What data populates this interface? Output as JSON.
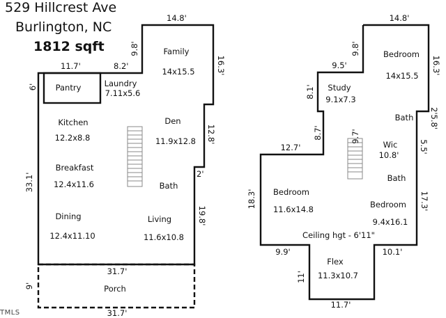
{
  "header": {
    "address": "529 Hillcrest Ave",
    "city": "Burlington, NC",
    "sqft": "1812 sqft"
  },
  "watermark": "TMLS",
  "first_floor": {
    "dimensions": {
      "top": "14.8'",
      "family_left": "9.8'",
      "right_upper": "16.3'",
      "pantry_top": "11.7'",
      "laundry_top": "8.2'",
      "pantry_left": "6'",
      "den_right": "12.8'",
      "step": "2'",
      "left": "33.1'",
      "living_right": "19.8'",
      "bottom": "31.7'",
      "porch_left": "9'",
      "porch_bottom": "31.7'"
    },
    "rooms": {
      "family": {
        "name": "Family",
        "size": "14x15.5"
      },
      "pantry": {
        "name": "Pantry"
      },
      "laundry": {
        "name": "Laundry",
        "size": "7.11x5.6"
      },
      "kitchen": {
        "name": "Kitchen",
        "size": "12.2x8.8"
      },
      "den": {
        "name": "Den",
        "size": "11.9x12.8"
      },
      "breakfast": {
        "name": "Breakfast",
        "size": "12.4x11.6"
      },
      "bath": {
        "name": "Bath"
      },
      "dining": {
        "name": "Dining",
        "size": "12.4x11.10"
      },
      "living": {
        "name": "Living",
        "size": "11.6x10.8"
      },
      "porch": {
        "name": "Porch"
      }
    }
  },
  "second_floor": {
    "dimensions": {
      "top": "14.8'",
      "bedroom_left": "9.8'",
      "right_upper": "16.3'",
      "study_top": "9.5'",
      "study_left": "8.1'",
      "bath_right": "2'5.8'",
      "step_left": "8.7'",
      "wic_left": "9.7'",
      "wic_right": "5.5'",
      "bedroom2_top": "12.7'",
      "left": "18.3'",
      "right_lower": "17.3'",
      "flex_left_top": "9.9'",
      "flex_right_top": "10.1'",
      "flex_left": "11'",
      "flex_bottom": "11.7'"
    },
    "rooms": {
      "bedroom1": {
        "name": "Bedroom",
        "size": "14x15.5"
      },
      "study": {
        "name": "Study",
        "size": "9.1x7.3"
      },
      "bath1": {
        "name": "Bath"
      },
      "wic": {
        "name": "Wic",
        "size": "10.8'"
      },
      "bath2": {
        "name": "Bath"
      },
      "bedroom2": {
        "name": "Bedroom",
        "size": "11.6x14.8"
      },
      "bedroom3": {
        "name": "Bedroom",
        "size": "9.4x16.1"
      },
      "ceiling": "Ceiling hgt - 6'11\"",
      "flex": {
        "name": "Flex",
        "size": "11.3x10.7"
      }
    }
  }
}
